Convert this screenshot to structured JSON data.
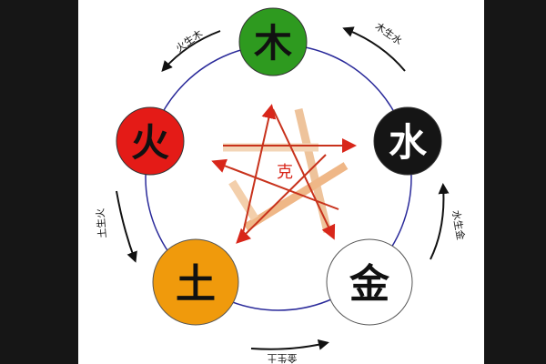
{
  "elements": {
    "wood": {
      "label": "木",
      "color": "#2e9a1f",
      "text_color": "#111111"
    },
    "fire": {
      "label": "火",
      "color": "#e41b17",
      "text_color": "#111111"
    },
    "water": {
      "label": "水",
      "color": "#151515",
      "text_color": "#ffffff"
    },
    "earth": {
      "label": "土",
      "color": "#f09a0c",
      "text_color": "#111111"
    },
    "metal": {
      "label": "金",
      "color": "#ffffff",
      "text_color": "#111111"
    }
  },
  "center_label": "克",
  "generating_labels": {
    "fire_wood": "火生木",
    "wood_water": "木生水",
    "water_metal": "水生金",
    "earth_fire": "土生火",
    "metal_earth": "金生土"
  },
  "colors": {
    "ring": "#2a2a9a",
    "arrow": "#d8261a",
    "center_label": "#d8261a",
    "background": "#ffffff"
  }
}
